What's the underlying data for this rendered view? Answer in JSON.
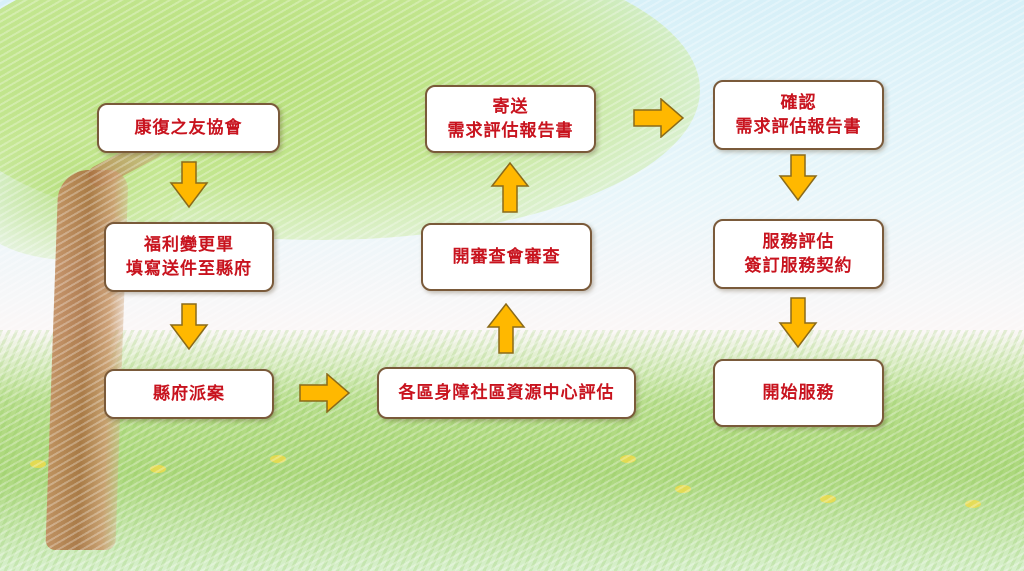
{
  "diagram": {
    "type": "flowchart",
    "colors": {
      "box_fill": "#ffffff",
      "box_border": "#7a5a3a",
      "text": "#c8131e",
      "arrow_fill": "#ffb800",
      "arrow_stroke": "#8a6a1a"
    },
    "nodes": [
      {
        "id": "n1",
        "lines": [
          "康復之友協會"
        ]
      },
      {
        "id": "n2",
        "lines": [
          "福利變更單",
          "填寫送件至縣府"
        ]
      },
      {
        "id": "n3",
        "lines": [
          "縣府派案"
        ]
      },
      {
        "id": "n4",
        "lines": [
          "各區身障社區資源中心評估"
        ]
      },
      {
        "id": "n5",
        "lines": [
          "開審查會審查"
        ]
      },
      {
        "id": "n6",
        "lines": [
          "寄送",
          "需求評估報告書"
        ]
      },
      {
        "id": "n7",
        "lines": [
          "確認",
          "需求評估報告書"
        ]
      },
      {
        "id": "n8",
        "lines": [
          "服務評估",
          "簽訂服務契約"
        ]
      },
      {
        "id": "n9",
        "lines": [
          "開始服務"
        ]
      }
    ],
    "edges": [
      {
        "from": "n1",
        "to": "n2",
        "direction": "down"
      },
      {
        "from": "n2",
        "to": "n3",
        "direction": "down"
      },
      {
        "from": "n3",
        "to": "n4",
        "direction": "right"
      },
      {
        "from": "n4",
        "to": "n5",
        "direction": "up"
      },
      {
        "from": "n5",
        "to": "n6",
        "direction": "up"
      },
      {
        "from": "n6",
        "to": "n7",
        "direction": "right"
      },
      {
        "from": "n7",
        "to": "n8",
        "direction": "down"
      },
      {
        "from": "n8",
        "to": "n9",
        "direction": "down"
      }
    ]
  }
}
